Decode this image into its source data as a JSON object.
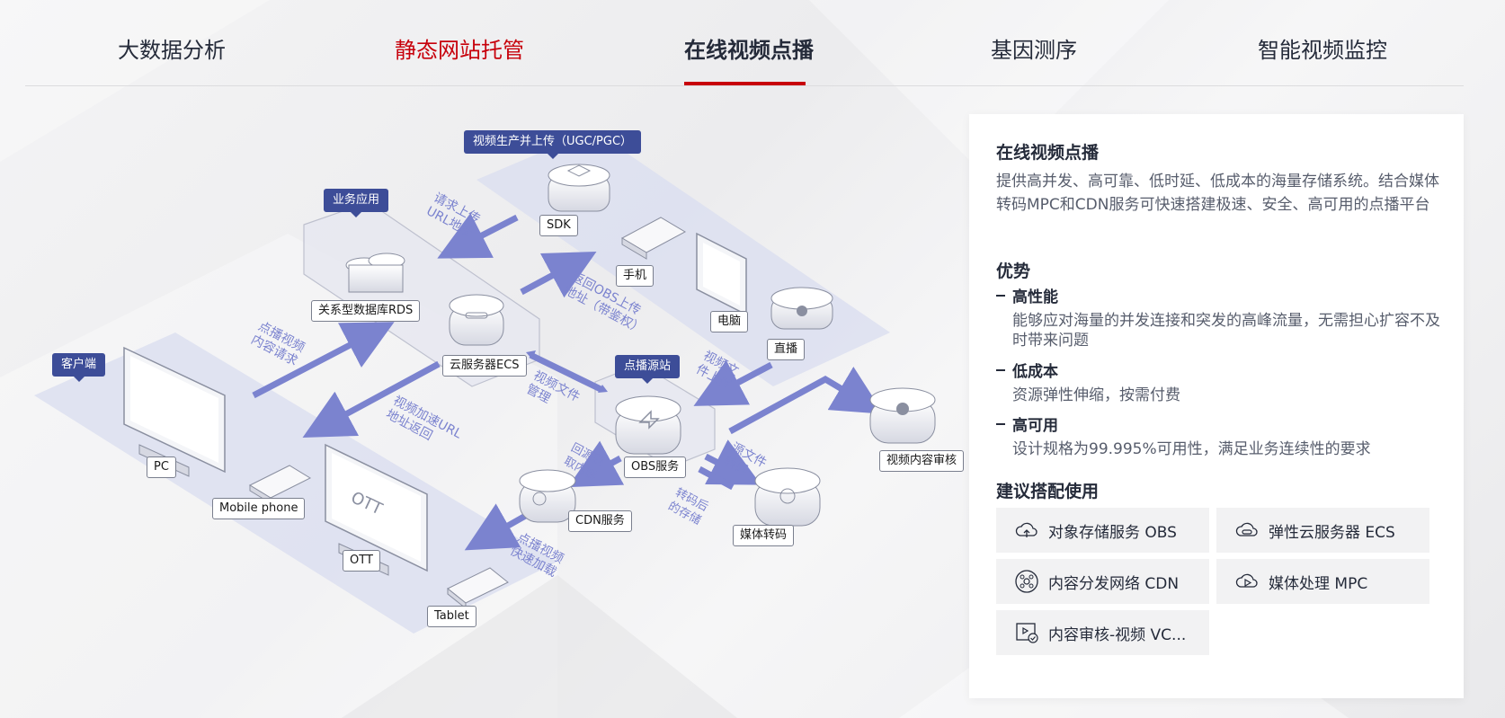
{
  "tabs": [
    {
      "label": "大数据分析"
    },
    {
      "label": "静态网站托管"
    },
    {
      "label": "在线视频点播"
    },
    {
      "label": "基因测序"
    },
    {
      "label": "智能视频监控"
    }
  ],
  "diagram": {
    "tags": {
      "upload": "视频生产并上传（UGC/PGC）",
      "business": "业务应用",
      "client": "客户端",
      "origin": "点播源站"
    },
    "nodes": {
      "sdk": "SDK",
      "phone": "手机",
      "computer": "电脑",
      "live": "直播",
      "rds": "关系型数据库RDS",
      "ecs": "云服务器ECS",
      "pc": "PC",
      "mobile": "Mobile phone",
      "ott": "OTT",
      "tablet": "Tablet",
      "obs": "OBS服务",
      "cdn": "CDN服务",
      "mpc": "媒体转码",
      "review": "视频内容审核",
      "ott_screen": "OTT"
    },
    "flows": {
      "request_upload": "请求上传\nURL地址",
      "return_obs": "返回OBS上传\n地址（带鉴权）",
      "play_request": "点播视频\n内容请求",
      "accel_url": "视频加速URL\n地址返回",
      "file_manage": "视频文件\n管理",
      "file_upload": "视频文\n件上传",
      "origin_fetch": "回源获\n取内容",
      "source_transcode": "源文件\n转码",
      "transcode_store": "转码后\n的存储",
      "play_accel": "点播视频\n快速加载"
    }
  },
  "panel": {
    "title": "在线视频点播",
    "description": "提供高并发、高可靠、低时延、低成本的海量存储系统。结合媒体转码MPC和CDN服务可快速搭建极速、安全、高可用的点播平台",
    "advantages_heading": "优势",
    "advantages": [
      {
        "title": "高性能",
        "text": "能够应对海量的并发连接和突发的高峰流量，无需担心扩容不及时带来问题"
      },
      {
        "title": "低成本",
        "text": "资源弹性伸缩，按需付费"
      },
      {
        "title": "高可用",
        "text": "设计规格为99.995%可用性，满足业务连续性的要求"
      }
    ],
    "recommend_heading": "建议搭配使用",
    "products": [
      {
        "label": "对象存储服务 OBS",
        "icon": "cloud-upload-icon"
      },
      {
        "label": "弹性云服务器 ECS",
        "icon": "cloud-server-icon"
      },
      {
        "label": "内容分发网络 CDN",
        "icon": "network-nodes-icon"
      },
      {
        "label": "媒体处理 MPC",
        "icon": "cloud-play-icon"
      },
      {
        "label": "内容审核-视频 VC...",
        "icon": "video-check-icon"
      }
    ]
  },
  "colors": {
    "accent": "#c7000b",
    "tag_bg": "#3d4d98",
    "flow": "#7b83cf",
    "band": "#dcdff0"
  }
}
